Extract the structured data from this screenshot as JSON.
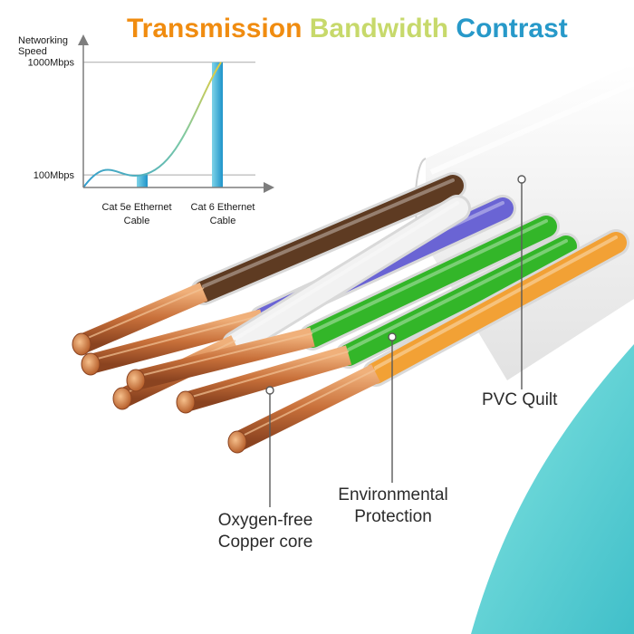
{
  "title": {
    "text": "Transmission Bandwidth Contrast",
    "gradient": [
      "#f08c10",
      "#f4c22c",
      "#c7d96b",
      "#6fc3b8",
      "#2799c9"
    ]
  },
  "chart_data": {
    "type": "bar",
    "ylabel_lines": [
      "Networking",
      "Speed"
    ],
    "categories": [
      [
        "Cat 5e Ethernet",
        "Cable"
      ],
      [
        "Cat 6 Ethernet",
        "Cable"
      ]
    ],
    "values": [
      100,
      1000
    ],
    "yticks": [
      {
        "value": 100,
        "label": "100Mbps"
      },
      {
        "value": 1000,
        "label": "1000Mbps"
      }
    ],
    "ylim": [
      0,
      1150
    ],
    "grid": "horizontal lines at tick values",
    "trend_curve": true,
    "colors": {
      "bar_light": "#7fd4e8",
      "bar_dark": "#1e93c9",
      "curve_start": "#2d9bd0",
      "curve_end": "#e9cc38",
      "axis": "#7d7d7d",
      "grid": "#a9a9a9"
    }
  },
  "callouts": {
    "pvc": "PVC Quilt",
    "environmental": [
      "Environmental",
      "Protection"
    ],
    "copper": [
      "Oxygen-free",
      "Copper core"
    ]
  },
  "colors": {
    "wire_brown": "#5e3b22",
    "wire_blue": "#6a64d4",
    "wire_green": "#33b629",
    "wire_orange": "#f2a135",
    "copper": "#c8703a",
    "jacket": "#f2f2f2",
    "accent_teal": "#38c7cf"
  }
}
